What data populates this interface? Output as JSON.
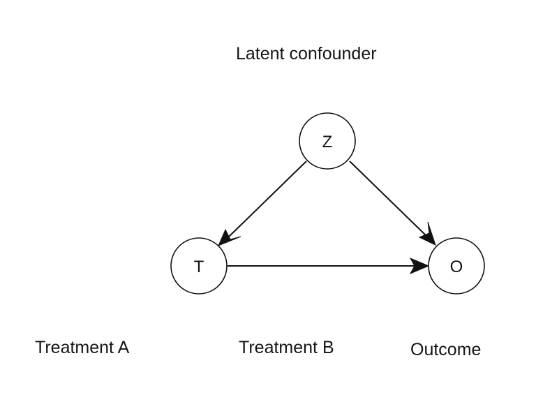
{
  "captions": {
    "latent": "Latent confounder",
    "treatment_a": "Treatment A",
    "treatment_b": "Treatment B",
    "outcome": "Outcome"
  },
  "nodes": {
    "z": "Z",
    "t": "T",
    "o": "O"
  },
  "edges": [
    {
      "from": "Z",
      "to": "T"
    },
    {
      "from": "Z",
      "to": "O"
    },
    {
      "from": "T",
      "to": "O"
    }
  ]
}
